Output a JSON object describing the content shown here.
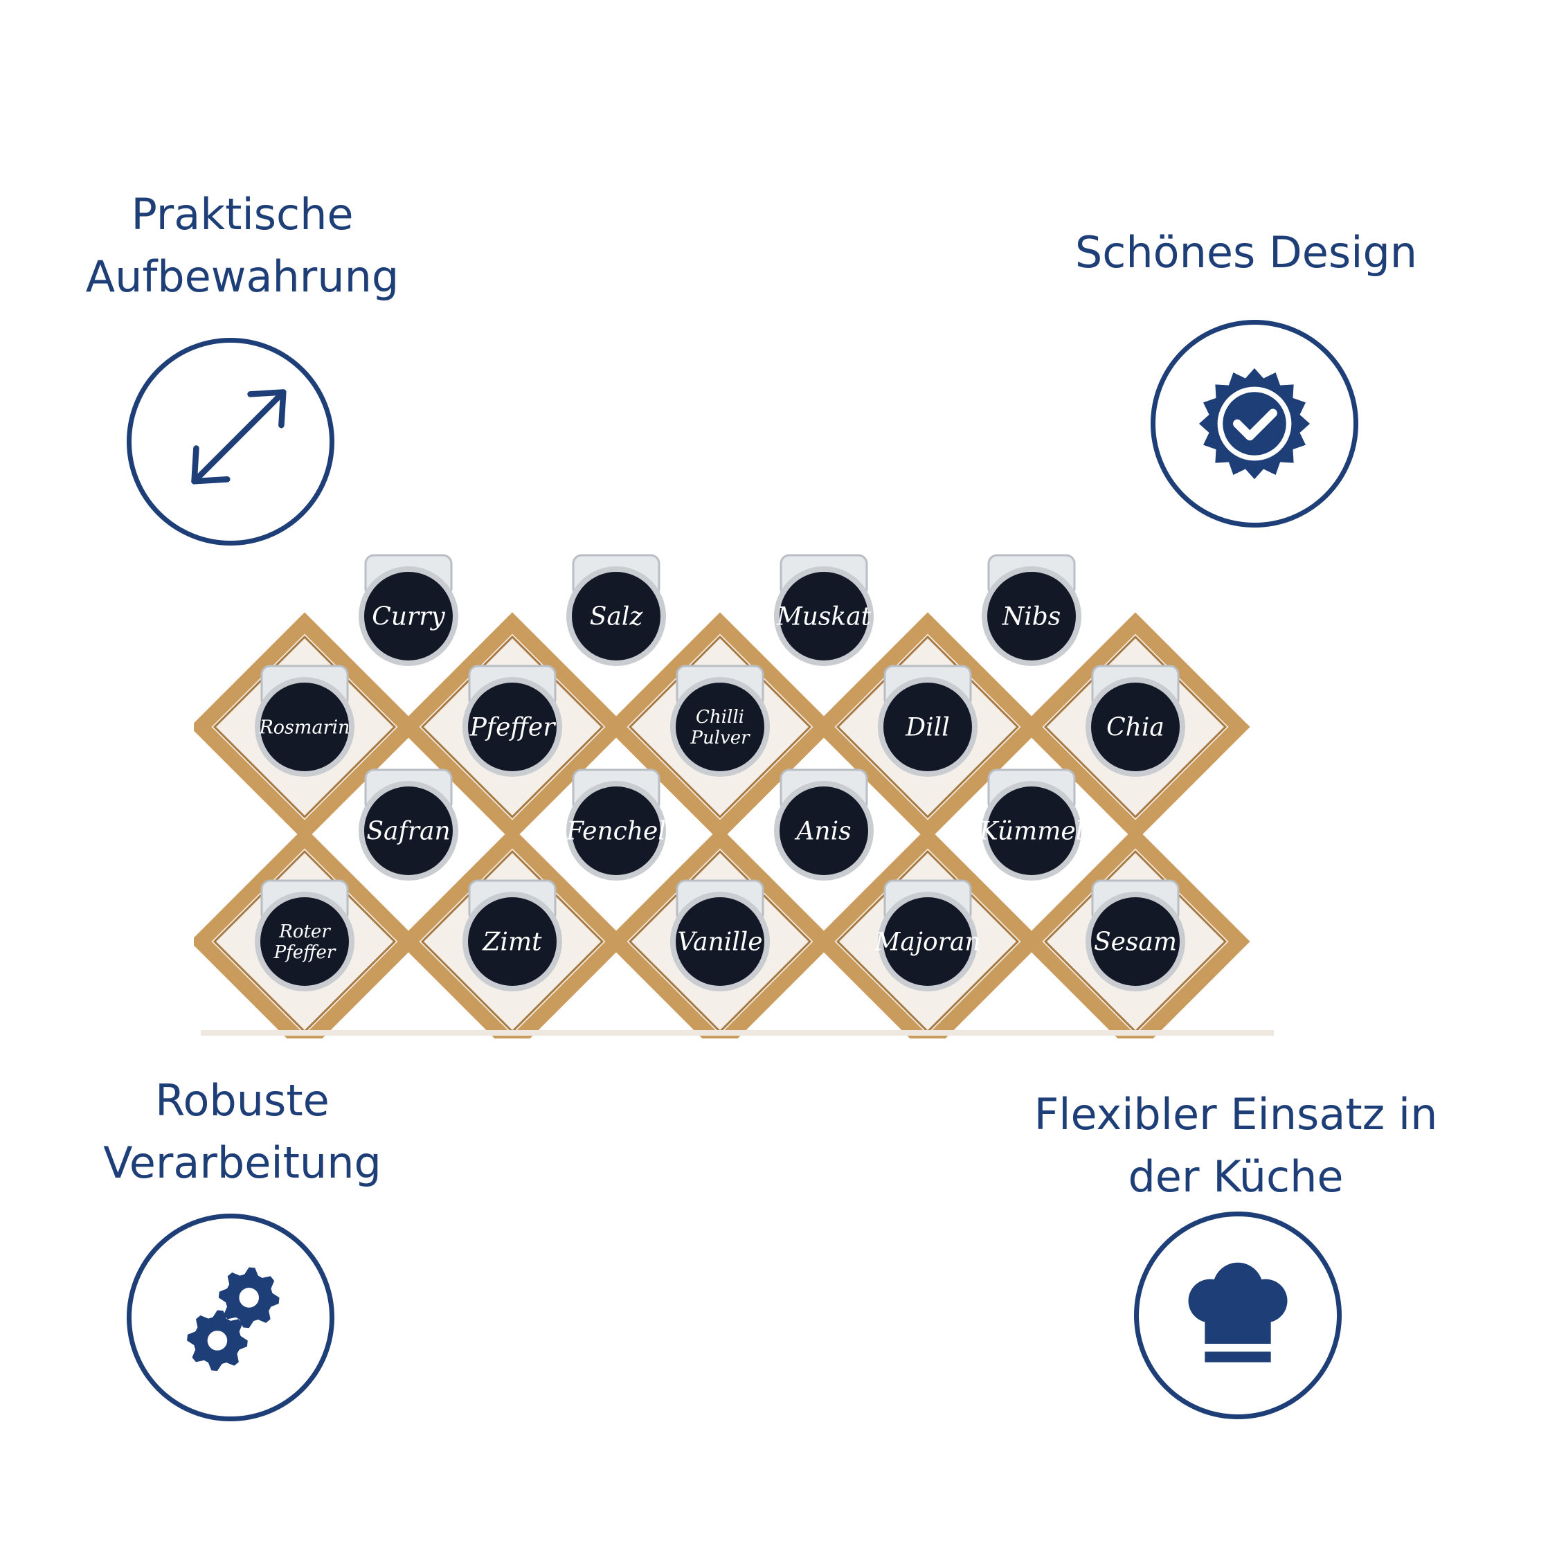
{
  "colors": {
    "accent": "#1e3e78",
    "wood": "#c99b5c",
    "lid": "#121826",
    "label_ink": "#ffffff"
  },
  "features": {
    "top_left": {
      "line1": "Praktische",
      "line2": "Aufbewahrung",
      "icon": "diagonal-resize-arrow-icon"
    },
    "top_right": {
      "line1": "Schönes Design",
      "icon": "badge-check-icon"
    },
    "bottom_left": {
      "line1": "Robuste",
      "line2": "Verarbeitung",
      "icon": "gears-icon"
    },
    "bottom_right": {
      "line1": "Flexibler Einsatz in",
      "line2": "der Küche",
      "icon": "chef-hat-icon"
    }
  },
  "jars": {
    "row1": [
      "Curry",
      "Salz",
      "Muskat",
      "Nibs"
    ],
    "row2": [
      "Rosmarin",
      "Pfeffer",
      "Chilli Pulver",
      "Dill",
      "Chia"
    ],
    "row3": [
      "Safran",
      "Fenchel",
      "Anis",
      "Kümmel"
    ],
    "row4": [
      "Roter Pfeffer",
      "Zimt",
      "Vanille",
      "Majoran",
      "Sesam"
    ]
  }
}
